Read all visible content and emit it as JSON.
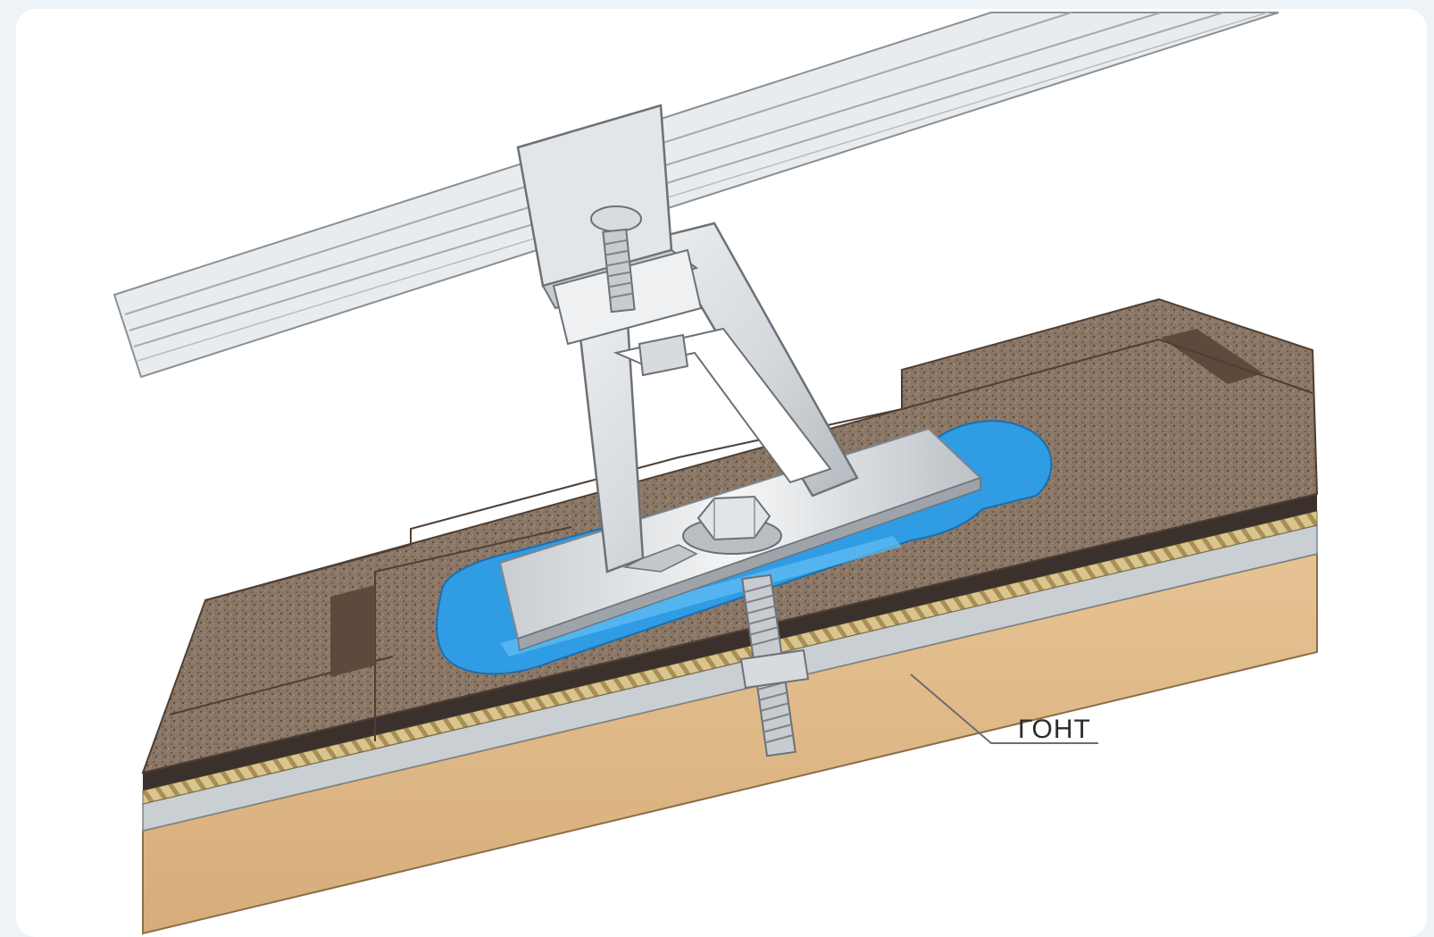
{
  "diagram": {
    "labels": {
      "shingle": "ГОНТ"
    },
    "icons": {
      "rail": "mounting-rail",
      "clamp": "rail-clamp",
      "bracket": "roof-bracket",
      "bolt": "hex-bolt",
      "stud": "threaded-stud",
      "sealant": "sealant-layer"
    },
    "colors": {
      "background": "#eef3f8",
      "panel": "#ffffff",
      "shingle": "#8b7766",
      "shingle_dark": "#5e4a3c",
      "membrane_edge": "#3b312c",
      "rope": "#d7c08a",
      "wood": "#dfba89",
      "wood_side": "#cfa878",
      "metal": "#dcdfe2",
      "metal_dark": "#9ea4aa",
      "sealant": "#2f9ce4",
      "sealant_light": "#62bff3",
      "line": "#6d6d6d"
    }
  }
}
